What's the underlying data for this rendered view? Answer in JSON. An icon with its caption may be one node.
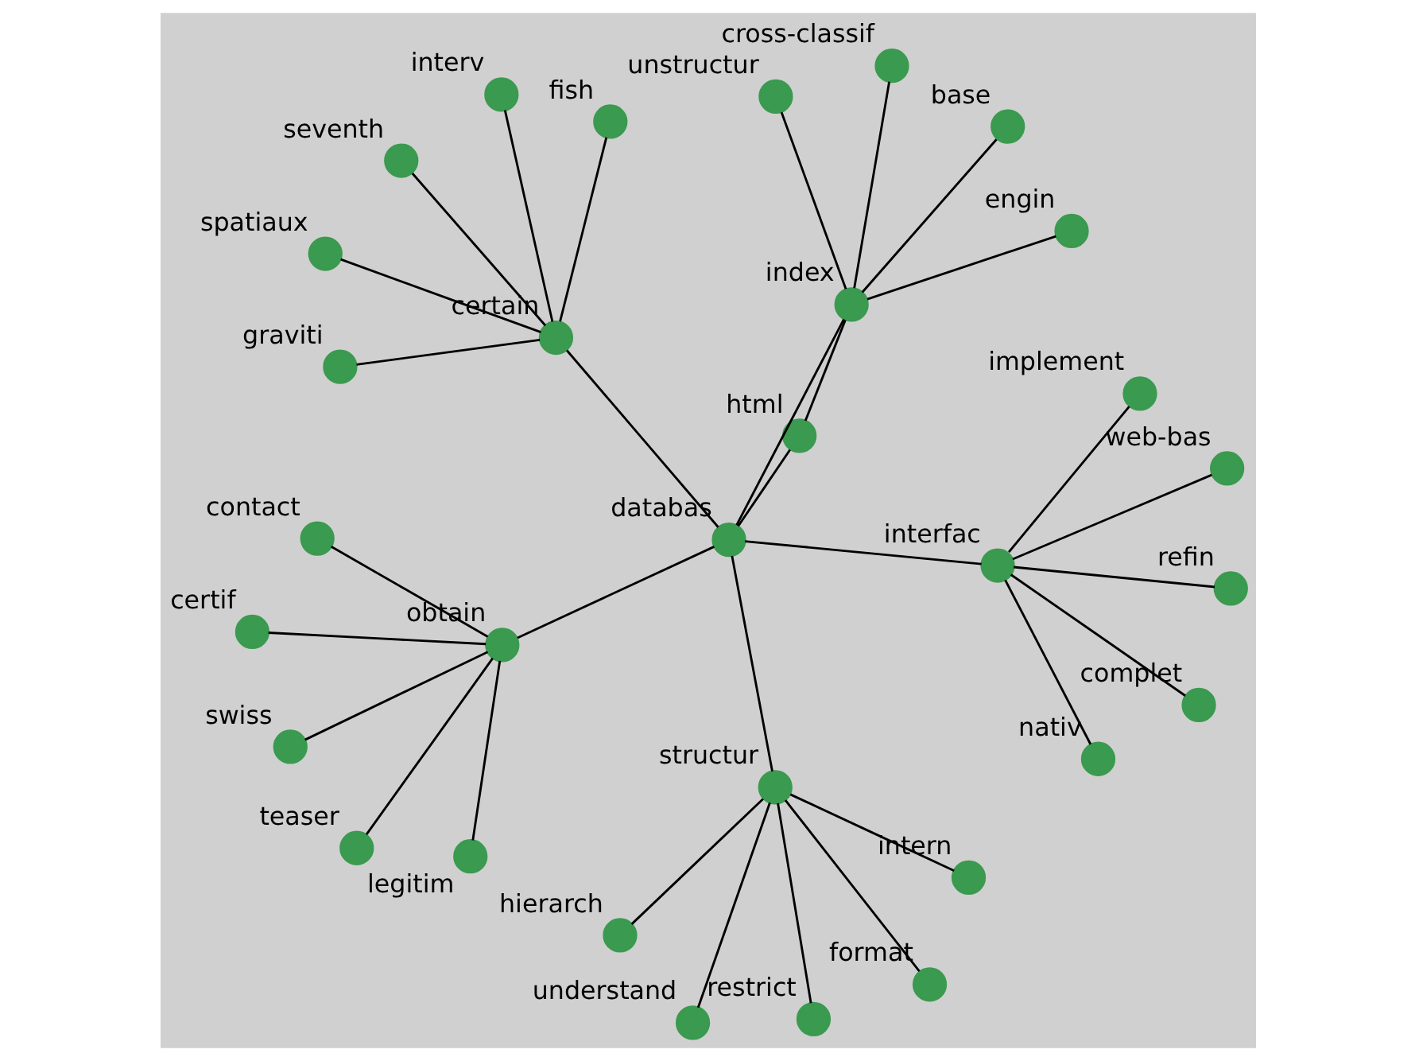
{
  "diagram": {
    "nodes": [
      {
        "text": [
          "databas"
        ]
      },
      {
        "text": [
          "obtain"
        ]
      },
      {
        "text": [
          "teaser"
        ]
      },
      {
        "text": [
          "contact"
        ]
      },
      {
        "text": [
          "legitim"
        ]
      },
      {
        "text": [
          "certif"
        ]
      },
      {
        "text": [
          "swiss"
        ]
      },
      {
        "text": [
          "structur"
        ]
      },
      {
        "text": [
          "understand"
        ]
      },
      {
        "text": [
          "format"
        ]
      },
      {
        "text": [
          "restrict"
        ]
      },
      {
        "text": [
          "hierarch"
        ]
      },
      {
        "text": [
          "intern"
        ]
      },
      {
        "text": [
          "html"
        ]
      },
      {
        "text": [
          "index"
        ]
      },
      {
        "text": [
          "engin"
        ]
      },
      {
        "text": [
          "base"
        ]
      },
      {
        "text": [
          "cross-classif"
        ]
      },
      {
        "text": [
          "unstructur"
        ]
      },
      {
        "text": [
          "certain"
        ]
      },
      {
        "text": [
          "spatiaux"
        ]
      },
      {
        "text": [
          "graviti"
        ]
      },
      {
        "text": [
          "interv"
        ]
      },
      {
        "text": [
          "fish"
        ]
      },
      {
        "text": [
          "seventh"
        ]
      },
      {
        "text": [
          "interfac"
        ]
      },
      {
        "text": [
          "refin"
        ]
      },
      {
        "text": [
          "implement"
        ]
      },
      {
        "text": [
          "nativ"
        ]
      },
      {
        "text": [
          "complet"
        ]
      },
      {
        "text": [
          "web-bas"
        ]
      }
    ],
    "edges": [
      {
        "from": 0,
        "to": 1,
        "arrow": "none"
      },
      {
        "from": 0,
        "to": 7,
        "arrow": "none"
      },
      {
        "from": 0,
        "to": 13,
        "arrow": "none"
      },
      {
        "from": 13,
        "to": 14,
        "arrow": "none"
      },
      {
        "from": 0,
        "to": 14,
        "arrow": "none"
      },
      {
        "from": 0,
        "to": 19,
        "arrow": "none"
      },
      {
        "from": 0,
        "to": 25,
        "arrow": "none"
      },
      {
        "from": 1,
        "to": 2,
        "arrow": "none"
      },
      {
        "from": 1,
        "to": 3,
        "arrow": "none"
      },
      {
        "from": 1,
        "to": 4,
        "arrow": "none"
      },
      {
        "from": 1,
        "to": 5,
        "arrow": "none"
      },
      {
        "from": 1,
        "to": 6,
        "arrow": "none"
      },
      {
        "from": 7,
        "to": 8,
        "arrow": "none"
      },
      {
        "from": 7,
        "to": 9,
        "arrow": "none"
      },
      {
        "from": 7,
        "to": 10,
        "arrow": "none"
      },
      {
        "from": 7,
        "to": 11,
        "arrow": "none"
      },
      {
        "from": 7,
        "to": 12,
        "arrow": "none"
      },
      {
        "from": 14,
        "to": 15,
        "arrow": "none"
      },
      {
        "from": 14,
        "to": 16,
        "arrow": "none"
      },
      {
        "from": 14,
        "to": 17,
        "arrow": "none"
      },
      {
        "from": 14,
        "to": 18,
        "arrow": "none"
      },
      {
        "from": 19,
        "to": 20,
        "arrow": "none"
      },
      {
        "from": 19,
        "to": 21,
        "arrow": "none"
      },
      {
        "from": 19,
        "to": 22,
        "arrow": "none"
      },
      {
        "from": 19,
        "to": 23,
        "arrow": "none"
      },
      {
        "from": 19,
        "to": 24,
        "arrow": "none"
      },
      {
        "from": 25,
        "to": 26,
        "arrow": "none"
      },
      {
        "from": 25,
        "to": 27,
        "arrow": "none"
      },
      {
        "from": 25,
        "to": 28,
        "arrow": "none"
      },
      {
        "from": 25,
        "to": 29,
        "arrow": "none"
      },
      {
        "from": 25,
        "to": 30,
        "arrow": "none"
      }
    ]
  }
}
